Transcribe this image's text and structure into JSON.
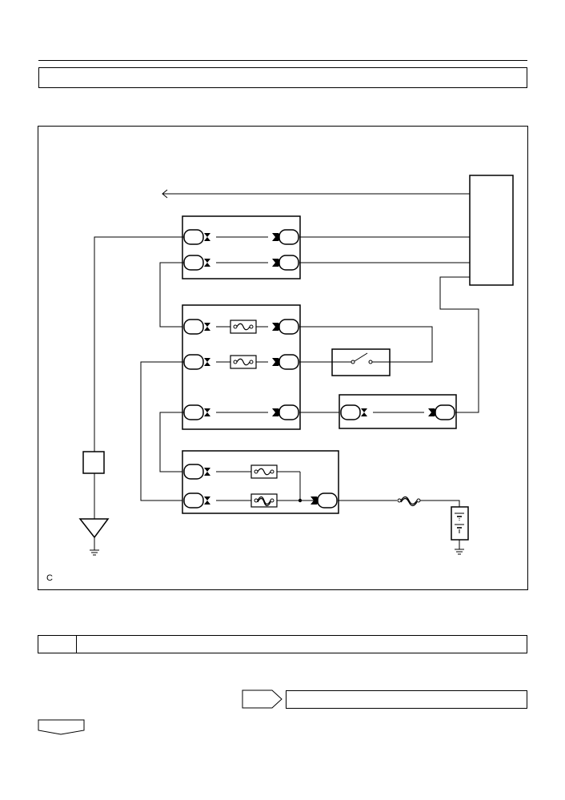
{
  "header": {
    "title": ""
  },
  "diagram": {
    "figure_code": "C",
    "colors": {
      "line": "#000000",
      "background": "#ffffff"
    },
    "components": [
      "ecu-block",
      "junction-block-top",
      "junction-block-middle",
      "switch",
      "connector-block-right",
      "junction-block-bottom",
      "fuse",
      "fusible-link",
      "battery",
      "ground",
      "ground-symbol"
    ]
  },
  "step": {
    "number": "",
    "text": ""
  },
  "next": {
    "arrow_label": "",
    "result_text": ""
  },
  "nav": {
    "back_label": ""
  }
}
